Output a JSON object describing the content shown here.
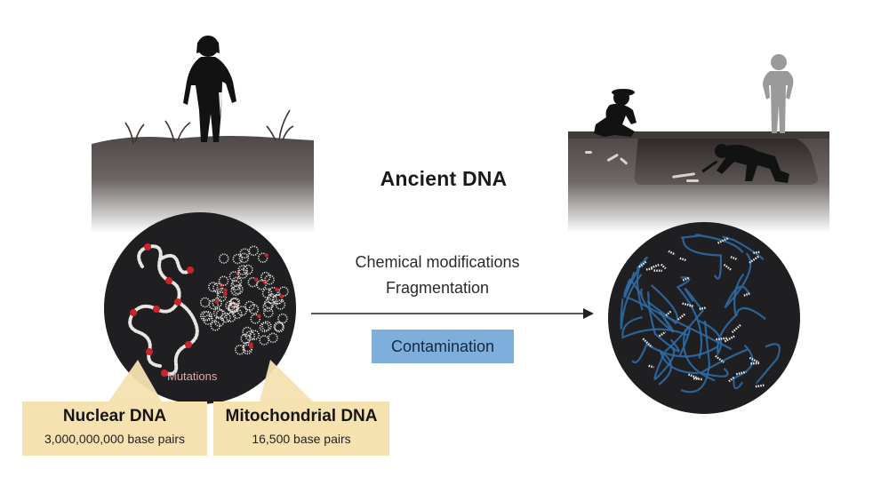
{
  "title": "Ancient DNA",
  "process": {
    "line1": "Chemical modifications",
    "line2": "Fragmentation",
    "contamination": "Contamination"
  },
  "mutations_label": "Mutations",
  "nuclear": {
    "title": "Nuclear DNA",
    "subtitle": "3,000,000,000 base pairs"
  },
  "mitochondrial": {
    "title": "Mitochondrial DNA",
    "subtitle": "16,500 base pairs"
  },
  "colors": {
    "soil_top": "#5a5452",
    "soil_fade": "#ffffff",
    "circle": "#1f1f22",
    "mutation": "#c9242b",
    "contamination_bg": "#7eaedc",
    "contamination_dna": "#2f6ea8",
    "box_bg": "#f6e2b0",
    "silhouette": "#121212",
    "silhouette_grey": "#9a9a9a"
  },
  "icons": [
    "human-silhouette-icon",
    "archaeologist-kneeling-icon",
    "archaeologist-standing-icon",
    "archaeologist-digging-icon",
    "bone-icon",
    "arrow-right-icon"
  ]
}
